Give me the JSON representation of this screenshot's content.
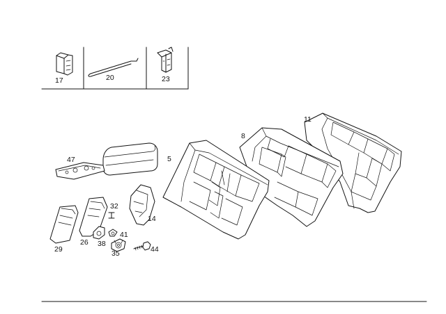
{
  "inset_labels": {
    "clip_a": "17",
    "rod": "20",
    "clip_b": "23"
  },
  "part_labels": {
    "rear_backrest": "11",
    "middle_backrest": "8",
    "front_backrest": "5",
    "armrest_base": "47",
    "cushion_pad": "14",
    "cover_29": "29",
    "cover_26": "26",
    "clip_32": "32",
    "spring_41": "41",
    "bracket_38": "38",
    "washer_35": "35",
    "screw_44": "44"
  }
}
